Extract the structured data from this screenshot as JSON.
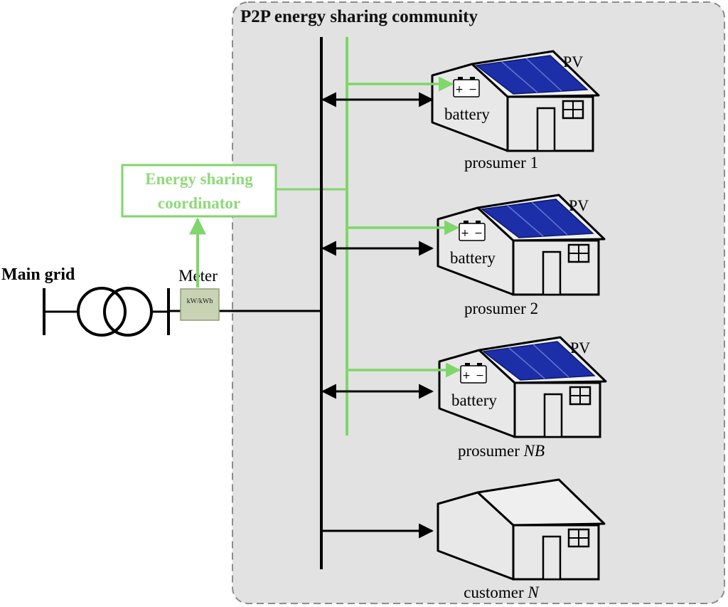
{
  "community": {
    "title": "P2P energy sharing community"
  },
  "coordinator": {
    "line1": "Energy sharing",
    "line2": "coordinator"
  },
  "grid": {
    "label": "Main grid"
  },
  "meter": {
    "label": "Meter",
    "display": "kW/kWh"
  },
  "pv": {
    "label": "PV"
  },
  "battery": {
    "label": "battery",
    "plus": "+",
    "minus": "−"
  },
  "houses": [
    {
      "name_prefix": "prosumer ",
      "name_suffix": "1",
      "italic_suffix": false,
      "has_pv": true
    },
    {
      "name_prefix": "prosumer ",
      "name_suffix": "2",
      "italic_suffix": false,
      "has_pv": true
    },
    {
      "name_prefix": "prosumer ",
      "name_suffix": "NB",
      "italic_suffix": true,
      "has_pv": true
    },
    {
      "name_prefix": "customer ",
      "name_suffix": "N",
      "italic_suffix": true,
      "has_pv": false
    }
  ],
  "colors": {
    "community_bg": "#e2e2e2",
    "community_border": "#8c8c8c",
    "power_line": "#000000",
    "comm_line": "#7fd66a",
    "coordinator_text": "#8fd97a",
    "pv_panel": "#1c2fa8",
    "meter_fill": "#c9d3b4"
  }
}
